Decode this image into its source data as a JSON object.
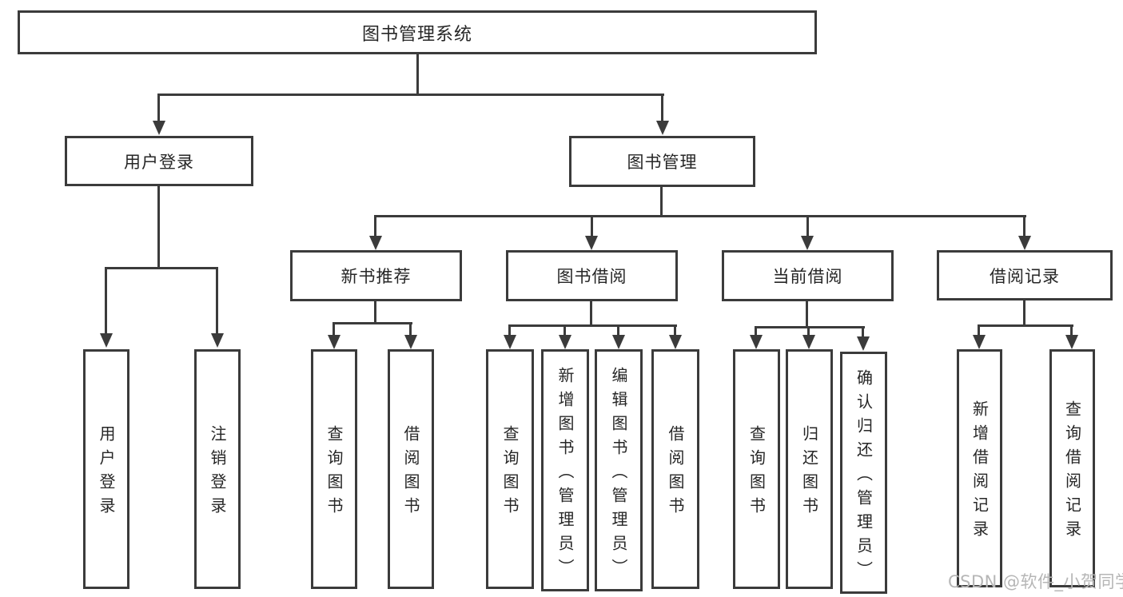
{
  "tree": {
    "root": {
      "label": "图书管理系统"
    },
    "level2": [
      {
        "id": "user-login",
        "label": "用户登录"
      },
      {
        "id": "book-management",
        "label": "图书管理"
      }
    ],
    "level3": [
      {
        "id": "new-book-recommend",
        "label": "新书推荐"
      },
      {
        "id": "book-borrowing",
        "label": "图书借阅"
      },
      {
        "id": "current-borrowing",
        "label": "当前借阅"
      },
      {
        "id": "borrowing-records",
        "label": "借阅记录"
      }
    ],
    "leaves": {
      "user_login": [
        "用户登录",
        "注销登录"
      ],
      "new_book_recommend": [
        "查询图书",
        "借阅图书"
      ],
      "book_borrowing": [
        "查询图书",
        "新增图书（管理员）",
        "编辑图书（管理员）",
        "借阅图书"
      ],
      "current_borrowing": [
        "查询图书",
        "归还图书",
        "确认归还（管理员）"
      ],
      "borrowing_records": [
        "新增借阅记录",
        "查询借阅记录"
      ]
    }
  },
  "watermark": {
    "text": "CSDN @软件_小贺同学"
  },
  "colors": {
    "line": "#3b3b3b",
    "text": "#262626",
    "background": "#ffffff",
    "watermark": "#b6b6b6"
  }
}
